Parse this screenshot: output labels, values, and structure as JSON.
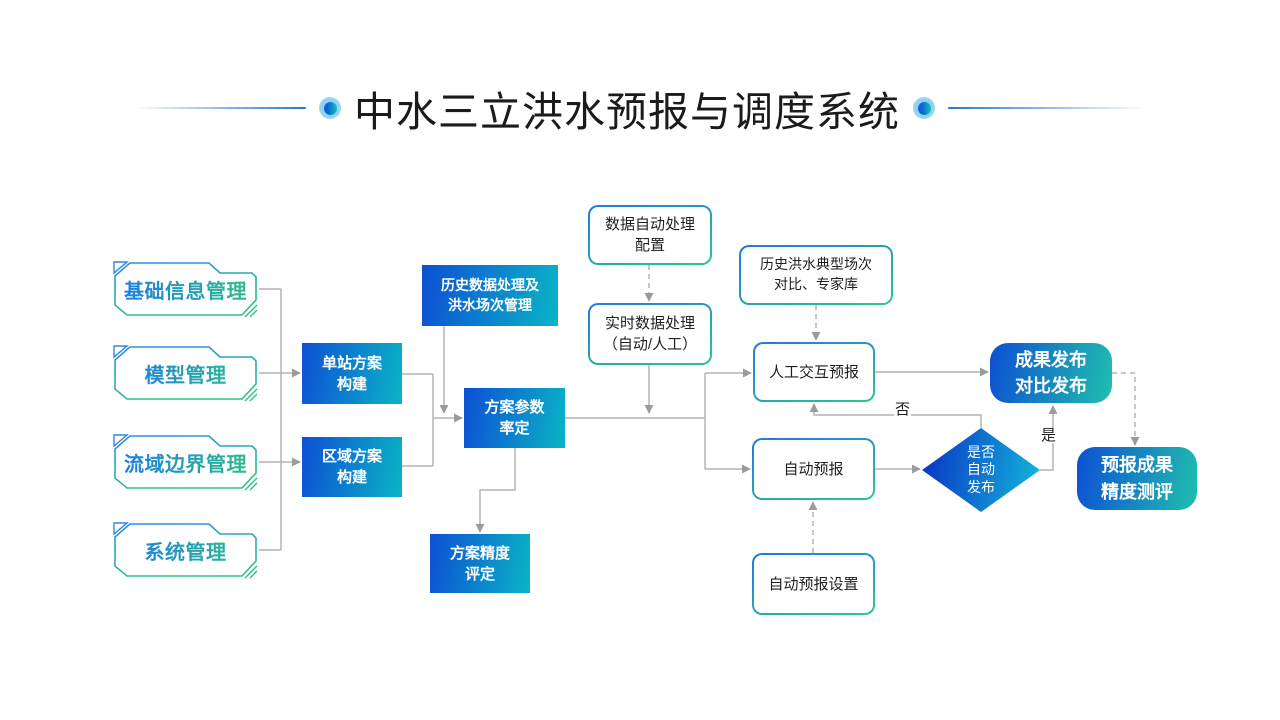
{
  "title": "中水三立洪水预报与调度系统",
  "colors": {
    "node_blue_start": "#0d4fd4",
    "node_blue_end": "#0ab4c6",
    "node_round_end": "#1fbfae",
    "white_box_border_start": "#2277e2",
    "white_box_border_end": "#2cc98d",
    "menu_text_start": "#1a78e8",
    "menu_text_end": "#2fc184",
    "connector_gray": "#b4b4b4",
    "title_accent": "#2a76d3",
    "title_text": "#1b1b1b"
  },
  "menu": {
    "items": [
      {
        "label": "基础信息管理"
      },
      {
        "label": "模型管理"
      },
      {
        "label": "流域边界管理"
      },
      {
        "label": "系统管理"
      }
    ]
  },
  "process": {
    "single_station": {
      "line1": "单站方案",
      "line2": "构建"
    },
    "regional": {
      "line1": "区域方案",
      "line2": "构建"
    },
    "historical": {
      "line1": "历史数据处理及",
      "line2": "洪水场次管理"
    },
    "calibration": {
      "line1": "方案参数",
      "line2": "率定"
    },
    "accuracy": {
      "line1": "方案精度",
      "line2": "评定"
    }
  },
  "data_nodes": {
    "auto_config": {
      "line1": "数据自动处理",
      "line2": "配置"
    },
    "realtime": {
      "line1": "实时数据处理",
      "line2": "（自动/人工）"
    },
    "typical_floods": {
      "line1": "历史洪水典型场次",
      "line2": "对比、专家库"
    },
    "interactive_forecast": {
      "line1": "人工交互预报"
    },
    "auto_forecast": {
      "line1": "自动预报"
    },
    "auto_forecast_settings": {
      "line1": "自动预报设置"
    }
  },
  "decision": {
    "line1": "是否",
    "line2": "自动",
    "line3": "发布"
  },
  "outputs": {
    "publish": {
      "line1": "成果发布",
      "line2": "对比发布"
    },
    "accuracy_test": {
      "line1": "预报成果",
      "line2": "精度测评"
    }
  },
  "edge_labels": {
    "no": "否",
    "yes": "是"
  }
}
